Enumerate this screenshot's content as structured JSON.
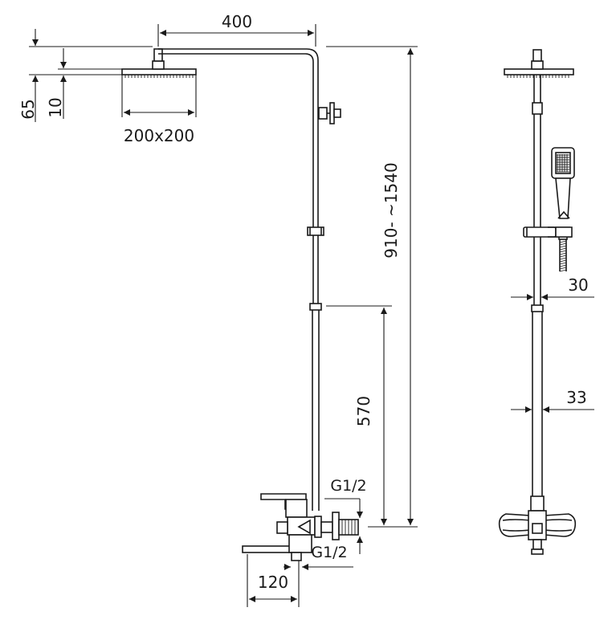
{
  "dimensions": {
    "arm_length": "400",
    "head_offset": "65",
    "head_thickness": "10",
    "head_size": "200x200",
    "height_range": "910- ~1540",
    "mixer_height": "570",
    "inlet_thread_top": "G1/2",
    "inlet_thread_bottom": "G1/2",
    "spout_length": "120",
    "upper_pipe_diameter": "30",
    "lower_pipe_diameter": "33"
  },
  "colors": {
    "line": "#1a1a1a",
    "background": "#ffffff"
  }
}
